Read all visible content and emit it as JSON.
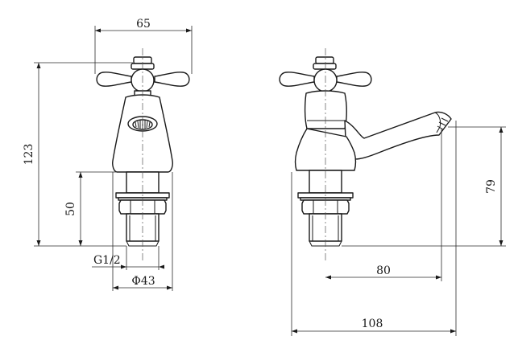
{
  "dimensions": {
    "handle_width": "65",
    "overall_height": "123",
    "shank_length": "50",
    "thread_size": "G1/2",
    "base_diameter": "Φ43",
    "spout_height": "79",
    "spout_reach": "80",
    "overall_depth": "108"
  }
}
